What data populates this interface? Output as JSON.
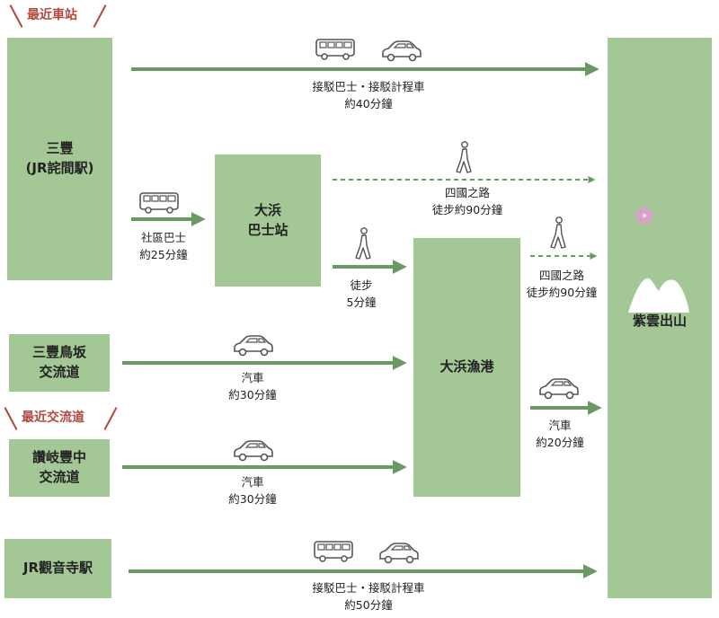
{
  "tags": {
    "nearest_station": "最近車站",
    "nearest_interchange": "最近交流道"
  },
  "origins": {
    "mitoyo": [
      "三豐",
      "(JR詫間駅)"
    ],
    "mitoyo_torisaka": [
      "三豐鳥坂",
      "交流道"
    ],
    "sanuki_toyonaka": [
      "讚岐豐中",
      "交流道"
    ],
    "kanonji": "JR觀音寺駅"
  },
  "stops": {
    "ohama_bus": [
      "大浜",
      "巴士站"
    ],
    "ohama_port": "大浜漁港"
  },
  "destination": "紫雲出山",
  "routes": {
    "mitoyo_direct": [
      "接駁巴士・接駁計程車",
      "約40分鐘"
    ],
    "mitoyo_to_bus": [
      "社區巴士",
      "約25分鐘"
    ],
    "bus_walk_shikoku": [
      "四國之路",
      "徒步約90分鐘"
    ],
    "bus_walk_port": [
      "徒步",
      "5分鐘"
    ],
    "port_walk_shikoku": [
      "四國之路",
      "徒步約90分鐘"
    ],
    "port_car": [
      "汽車",
      "約20分鐘"
    ],
    "torisaka_car": [
      "汽車",
      "約30分鐘"
    ],
    "toyonaka_car": [
      "汽車",
      "約30分鐘"
    ],
    "kanonji_direct": [
      "接駁巴士・接駁計程車",
      "約50分鐘"
    ]
  },
  "colors": {
    "box": "#a3c795",
    "arrow": "#6a9a63",
    "tag": "#b4473b",
    "sakura": "#d9a3c9"
  },
  "icons": [
    "bus-icon",
    "car-icon",
    "walker-icon",
    "mountain-icon",
    "sakura-icon"
  ]
}
